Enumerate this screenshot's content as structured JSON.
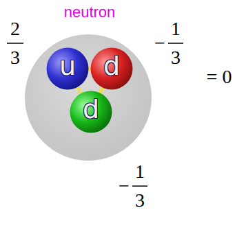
{
  "diagram": {
    "title": "neutron",
    "nodes": [
      {
        "text": [
          "u"
        ]
      },
      {
        "text": [
          "d"
        ]
      },
      {
        "text": [
          "d"
        ]
      }
    ],
    "edges": [
      {
        "from": 0,
        "to": 1,
        "arrow": "none"
      },
      {
        "from": 0,
        "to": 2,
        "arrow": "none"
      },
      {
        "from": 1,
        "to": 2,
        "arrow": "none"
      }
    ],
    "labels": [
      "2",
      "3",
      "−",
      "1",
      "3",
      "= 0",
      "−",
      "1",
      "3"
    ]
  }
}
